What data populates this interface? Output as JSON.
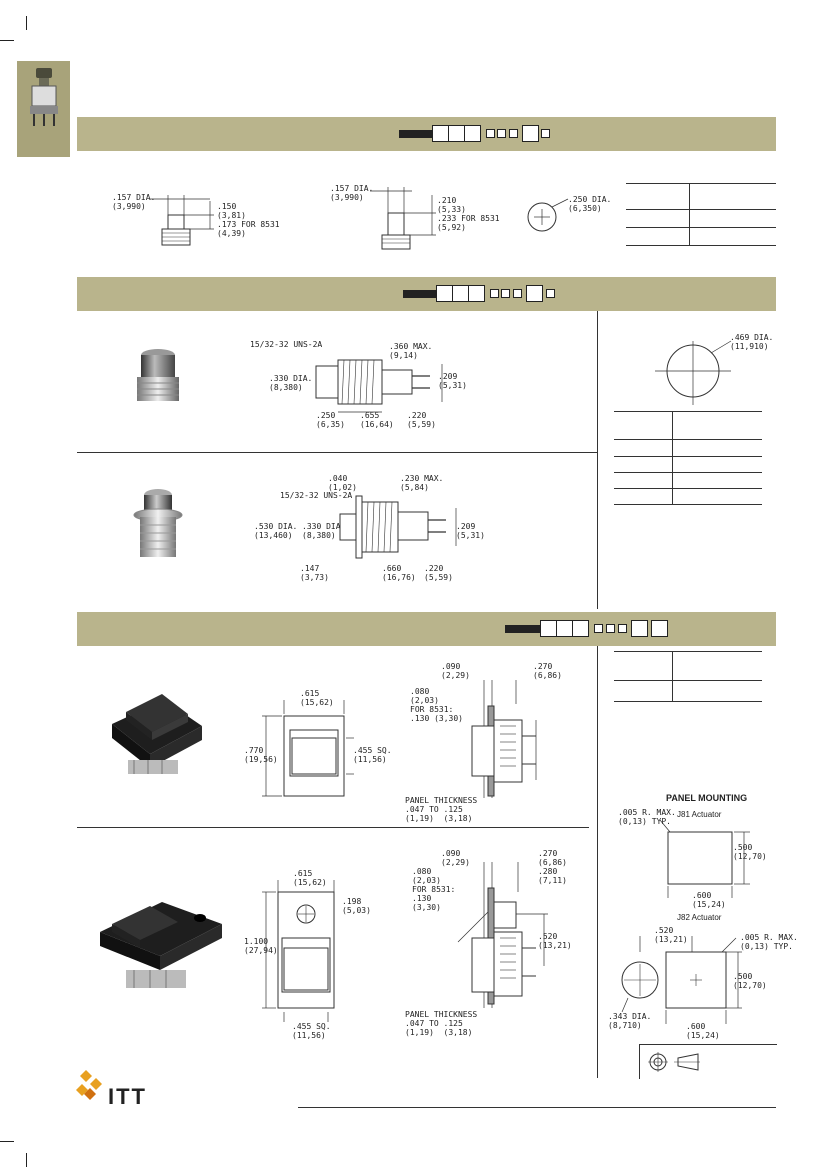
{
  "brand": {
    "name": "ITT"
  },
  "section1": {
    "dims_left": [
      ".157 DIA.\n(3,990)",
      ".150\n(3,81)\n.173 FOR 8531\n(4,39)"
    ],
    "dims_mid": [
      ".157 DIA.\n(3,990)",
      ".210\n(5,33)\n.233 FOR 8531\n(5,92)"
    ],
    "dims_right": [
      ".250 DIA.\n(6,350)"
    ]
  },
  "section2": {
    "row1": {
      "thread": "15/32-32 UNS-2A",
      "max": ".360 MAX.\n(9,14)",
      "dia": ".330 DIA.\n(8,380)",
      "right": ".209\n(5,31)",
      "b1": ".250\n(6,35)",
      "b2": ".655\n(16,64)",
      "b3": ".220\n(5,59)"
    },
    "row2": {
      "top1": ".040\n(1,02)",
      "top2": ".230 MAX.\n(5,84)",
      "thread": "15/32-32 UNS-2A",
      "dia1": ".530 DIA.\n(13,460)",
      "dia2": ".330 DIA.\n(8,380)",
      "right": ".209\n(5,31)",
      "b1": ".147\n(3,73)",
      "b2": ".660\n(16,76)",
      "b3": ".220\n(5,59)"
    },
    "cutout": ".469 DIA.\n(11,910)"
  },
  "section3": {
    "row1": {
      "w": ".615\n(15,62)",
      "h": ".770\n(19,56)",
      "sq": ".455 SQ.\n(11,56)",
      "s1": ".090\n(2,29)",
      "s2": ".270\n(6,86)",
      "s3": ".080\n(2,03)\nFOR 8531:\n.130 (3,30)",
      "panel": "PANEL THICKNESS\n.047 TO .125\n(1,19)  (3,18)"
    },
    "row2": {
      "w": ".615\n(15,62)",
      "hole": ".198\n(5,03)",
      "h": "1.100\n(27,94)",
      "sq": ".455 SQ.\n(11,56)",
      "s1": ".090\n(2,29)",
      "s2": ".270\n(6,86)",
      "s3": ".080\n(2,03)\nFOR 8531:\n.130\n(3,30)",
      "s4": ".280\n(7,11)",
      "s5": ".520\n(13,21)",
      "panel": "PANEL THICKNESS\n.047 TO .125\n(1,19)  (3,18)"
    },
    "panel_mounting": {
      "title": "PANEL MOUNTING",
      "radius": ".005 R. MAX.\n(0,13) TYP.",
      "j81": "J81 Actuator",
      "j81_h": ".500\n(12,70)",
      "j81_w": ".600\n(15,24)",
      "j82": "J82 Actuator",
      "j82_top": ".520\n(13,21)",
      "j82_radius": ".005 R. MAX.\n(0,13) TYP.",
      "j82_h": ".500\n(12,70)",
      "j82_dia": ".343 DIA.\n(8,710)",
      "j82_w": ".600\n(15,24)"
    }
  }
}
